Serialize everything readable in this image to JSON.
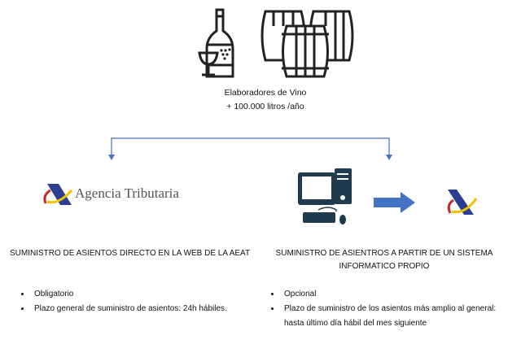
{
  "top": {
    "line1": "Elaboradores de Vino",
    "line2": "+ 100.000 litros /año"
  },
  "logo_text": "Agencia Tributaria",
  "left": {
    "heading": "SUMINISTRO DE ASIENTOS DIRECTO EN LA WEB DE LA AEAT",
    "bullets": [
      "Obligatorio",
      "Plazo general de suministro de asientos: 24h hábiles."
    ]
  },
  "right": {
    "heading_line1": "SUMINISTRO DE ASIENTROS A PARTIR DE UN SISTEMA",
    "heading_line2": "INFORMATICO PROPIO",
    "bullets": [
      "Opcional",
      "Plazo de suministro de los asientos más amplio al general: hasta último día hábil del mes siguiente"
    ]
  },
  "colors": {
    "connector": "#4472c4",
    "arrow": "#4472c4",
    "computer": "#1f3b4d",
    "aeat_blue": "#2b3e92"
  }
}
